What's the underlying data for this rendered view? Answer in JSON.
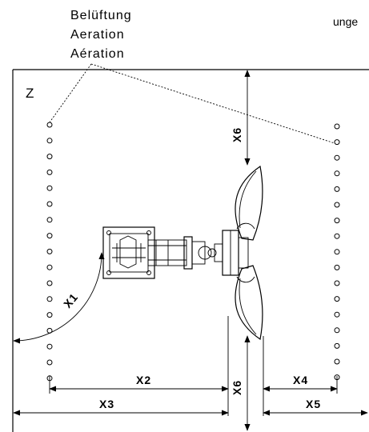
{
  "corner_text": "unge",
  "aeration_labels": [
    "Belüftung",
    "Aeration",
    "Aération"
  ],
  "zone_label": "Z",
  "dimensions": {
    "x1": "X1",
    "x2": "X2",
    "x3": "X3",
    "x4": "X4",
    "x5": "X5",
    "x6_top": "X6",
    "x6_bottom": "X6"
  },
  "aeration_columns": {
    "left_count": 17,
    "right_count": 17
  }
}
